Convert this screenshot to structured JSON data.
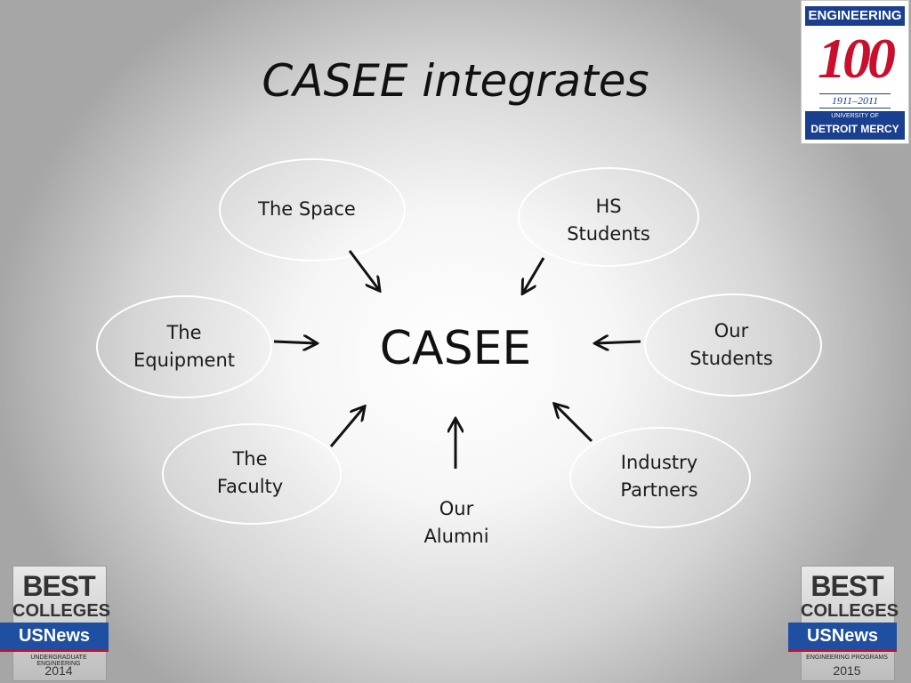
{
  "title": "CASEE integrates",
  "center": "CASEE",
  "nodes": {
    "space": "The Space",
    "hs_students_1": "HS",
    "hs_students_2": "Students",
    "equipment_1": "The",
    "equipment_2": "Equipment",
    "our_students_1": "Our",
    "our_students_2": "Students",
    "faculty_1": "The",
    "faculty_2": "Faculty",
    "alumni_1": "Our",
    "alumni_2": "Alumni",
    "industry_1": "Industry",
    "industry_2": "Partners"
  },
  "logo": {
    "top": "ENGINEERING",
    "number": "100",
    "years": "1911–2011",
    "univ_line1": "UNIVERSITY OF",
    "univ_line2": "DETROIT MERCY"
  },
  "badge_left": {
    "best": "BEST",
    "colleges": "COLLEGES",
    "usnews": "USNews",
    "sub": "UNDERGRADUATE ENGINEERING",
    "year": "2014"
  },
  "badge_right": {
    "best": "BEST",
    "colleges": "COLLEGES",
    "usnews": "USNews",
    "sub": "ENGINEERING PROGRAMS",
    "year": "2015"
  },
  "colors": {
    "logo_blue": "#1b3f8f",
    "logo_red": "#c8102e",
    "badge_blue": "#1f4fa0"
  }
}
